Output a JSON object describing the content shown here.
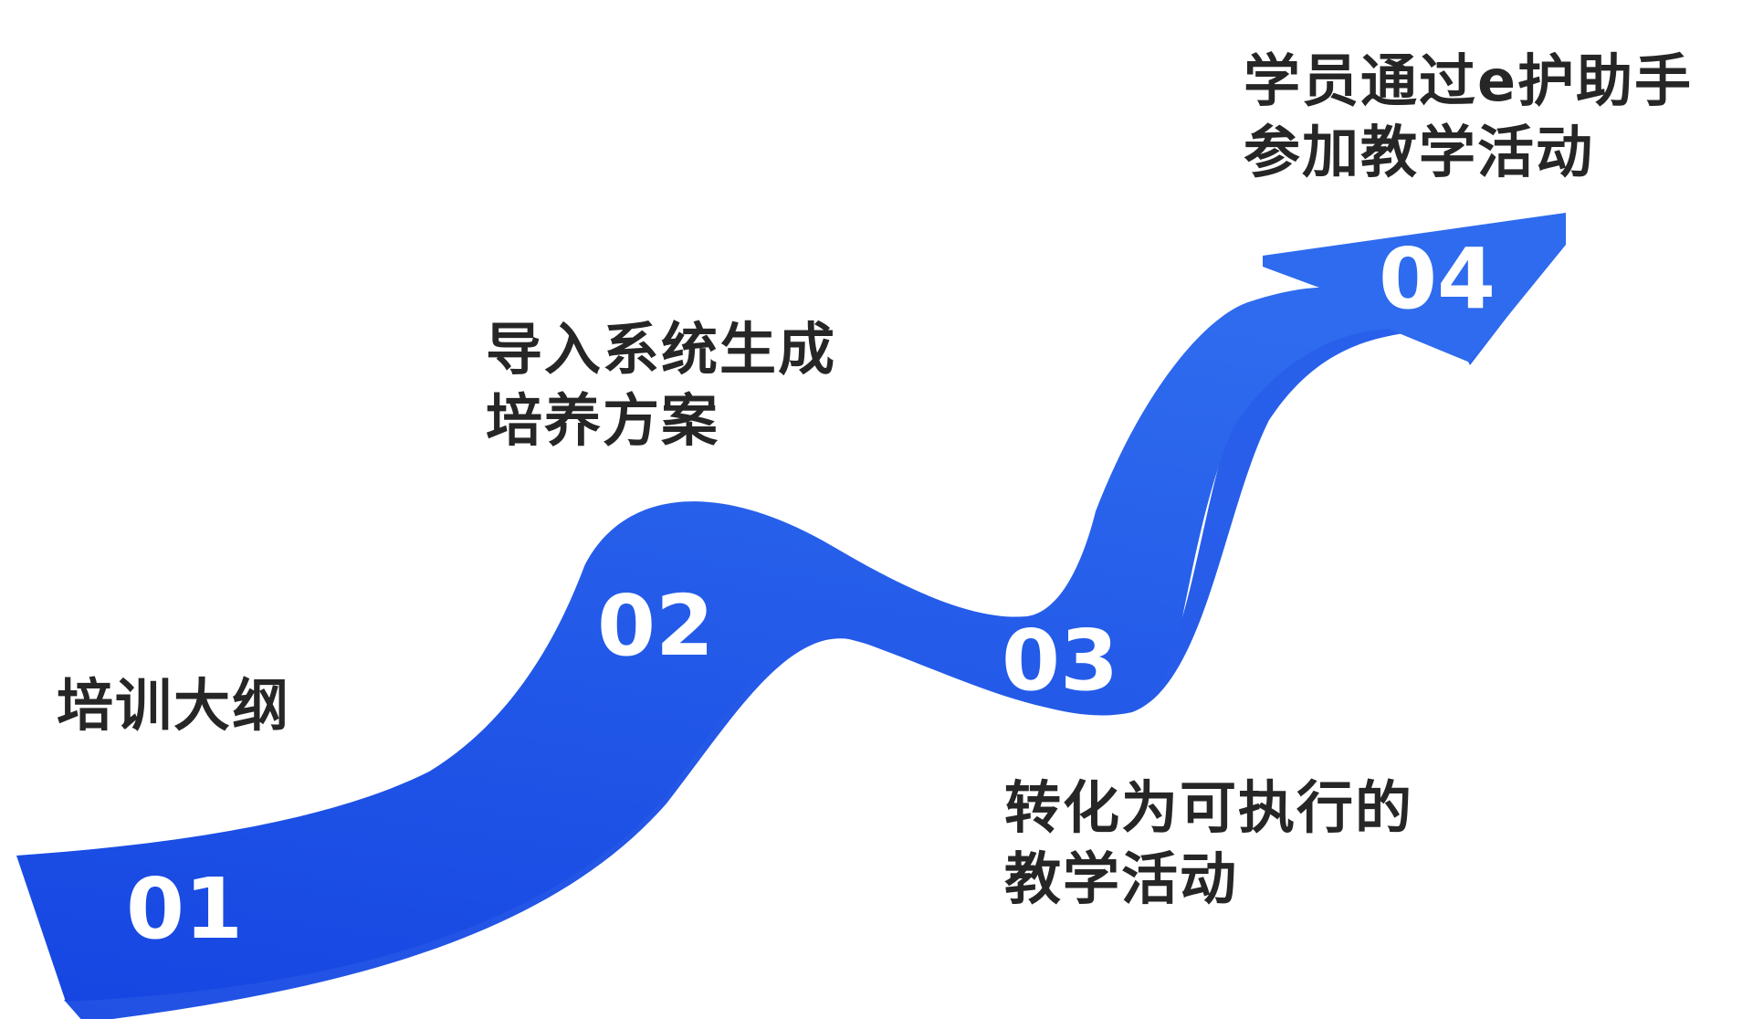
{
  "steps": [
    {
      "number": "01",
      "lines": [
        "培训大纲"
      ]
    },
    {
      "number": "02",
      "lines": [
        "导入系统生成",
        "培养方案"
      ]
    },
    {
      "number": "03",
      "lines": [
        "转化为可执行的",
        "教学活动"
      ]
    },
    {
      "number": "04",
      "lines": [
        "学员通过e护助手",
        "参加教学活动"
      ]
    }
  ],
  "colors": {
    "ribbon_top": "#2E6BEE",
    "ribbon_bottom": "#1646E2",
    "ribbon_side": "#2357E6",
    "label_text": "#262626",
    "number_text": "#FFFFFF"
  }
}
